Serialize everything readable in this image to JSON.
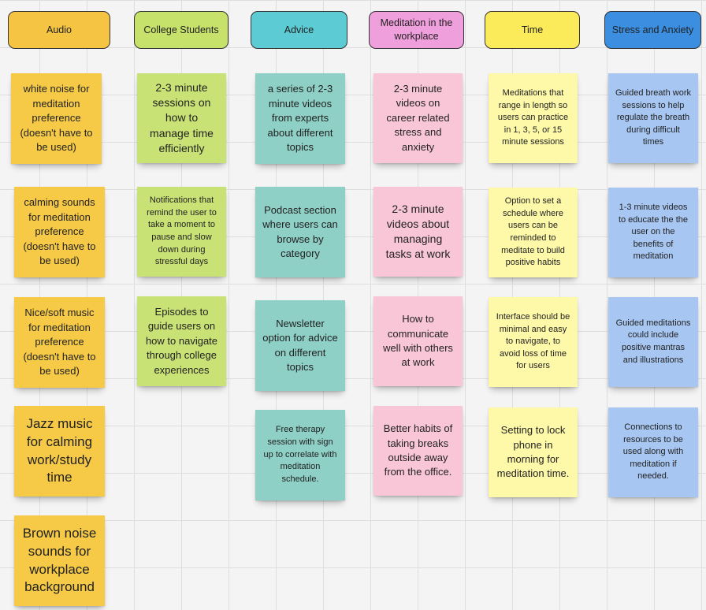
{
  "colors": {
    "audio_header": "#f5c443",
    "audio_note": "#f6ca46",
    "college_header": "#c7e26a",
    "college_note": "#c9e275",
    "advice_header": "#5ccbd4",
    "advice_note": "#8ecfc6",
    "meditation_header": "#ef9fdc",
    "meditation_note": "#f8c6d7",
    "time_header": "#fbeb5a",
    "time_note": "#fef9a9",
    "stress_header": "#3b8ee0",
    "stress_note": "#a7c7f2"
  },
  "columns": [
    {
      "header": "Audio",
      "notes": [
        "white noise for meditation preference (doesn't have to be used)",
        "calming sounds for meditation preference (doesn't have to be used)",
        "Nice/soft music for meditation preference (doesn't have to be used)",
        "Jazz music for calming work/study time",
        "Brown noise sounds for workplace background"
      ]
    },
    {
      "header": "College Students",
      "notes": [
        "2-3 minute sessions on how to manage time efficiently",
        "Notifications that remind the user to take a moment to pause and slow down during stressful days",
        "Episodes to guide users on how to navigate through college experiences"
      ]
    },
    {
      "header": "Advice",
      "notes": [
        "a series of 2-3 minute videos from experts about different topics",
        "Podcast section where users can browse by category",
        "Newsletter option for advice on different topics",
        "Free therapy session with sign up to correlate with meditation schedule."
      ]
    },
    {
      "header": "Meditation in the workplace",
      "notes": [
        "2-3 minute videos on career related stress and anxiety",
        "2-3 minute videos about managing tasks at work",
        "How to communicate well with others at work",
        "Better habits of taking breaks outside away from the office."
      ]
    },
    {
      "header": "Time",
      "notes": [
        "Meditations that range in length so users can practice in 1, 3, 5, or 15 minute sessions",
        "Option to set a schedule where users can be reminded to meditate to build positive habits",
        "Interface should be minimal and easy to navigate, to avoid loss of time for users",
        "Setting to lock phone in morning for meditation time."
      ]
    },
    {
      "header": "Stress and Anxiety",
      "notes": [
        "Guided breath work sessions to help regulate the breath during difficult times",
        "1-3 minute videos to educate the the user on the benefits of meditation",
        "Guided meditations could include positive mantras and illustrations",
        "Connections to resources to be used along with meditation if needed."
      ]
    }
  ]
}
